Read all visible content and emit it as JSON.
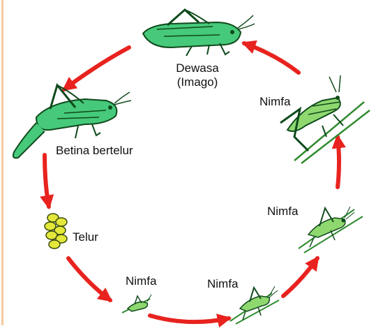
{
  "colors": {
    "arrow": "#e8231f",
    "left_bar": "#f5c9a0",
    "insect_fill": "#46c97a",
    "insect_stroke": "#0f4a1c",
    "nymph_fill": "#8fd870",
    "egg_fill": "#e3e83a",
    "egg_stroke": "#3c4a0e"
  },
  "icons": {
    "adult": "grasshopper-adult-icon",
    "female": "grasshopper-female-laying-icon",
    "eggs": "egg-cluster-icon",
    "nymph": "grasshopper-nymph-icon"
  },
  "stages": {
    "adult": {
      "line1": "Dewasa",
      "line2": "(Imago)"
    },
    "female": {
      "label": "Betina bertelur"
    },
    "eggs": {
      "label": "Telur"
    },
    "nymph1": {
      "label": "Nimfa"
    },
    "nymph2": {
      "label": "Nimfa"
    },
    "nymph3": {
      "label": "Nimfa"
    },
    "nymph4": {
      "label": "Nimfa"
    }
  }
}
